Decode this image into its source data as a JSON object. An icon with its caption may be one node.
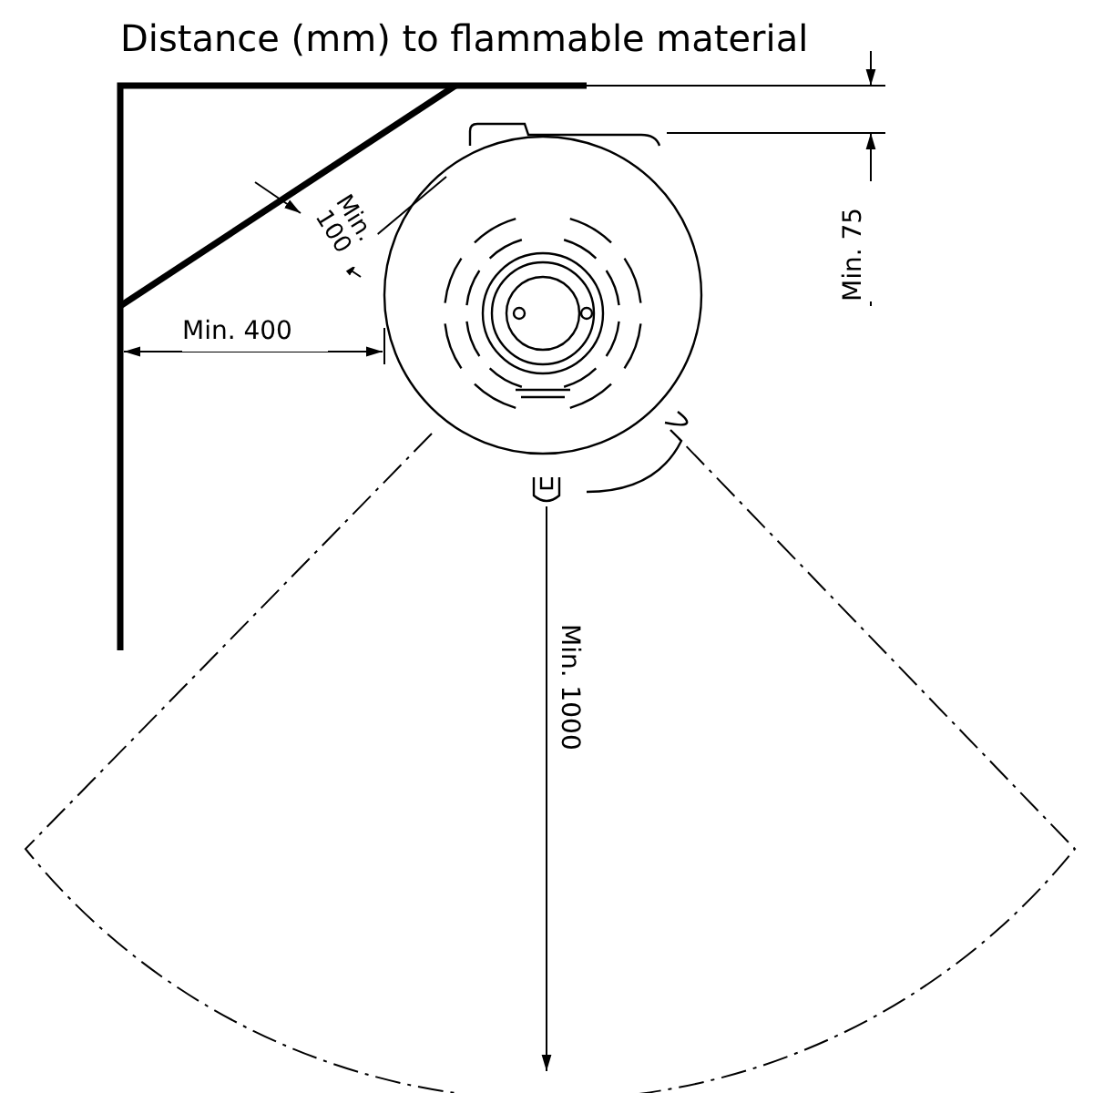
{
  "diagram": {
    "title": "Distance (mm) to flammable material",
    "labels": [
      "Min. 100",
      "Min. 75",
      "Min. 400",
      "Min. 1000"
    ]
  }
}
